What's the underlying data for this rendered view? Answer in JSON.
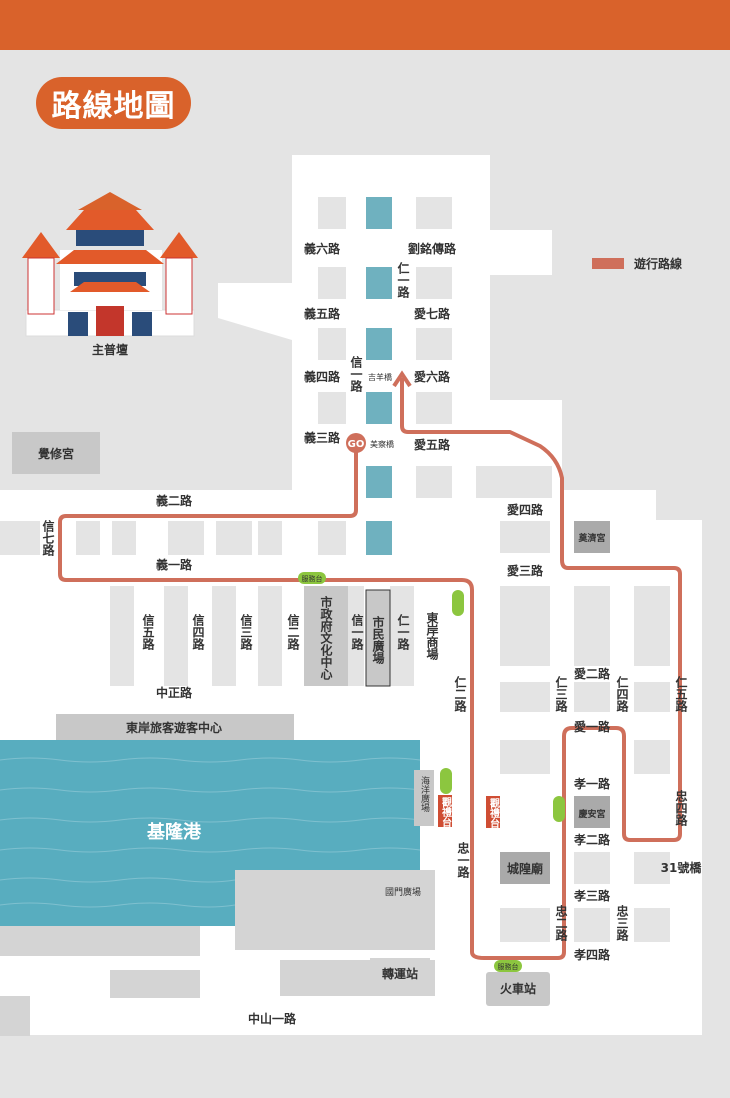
{
  "title": "路線地圖",
  "legend": {
    "label": "遊行路線",
    "color": "#cf6f5b"
  },
  "landmarks": {
    "main_altar": "主普壇",
    "jiaoxiu_temple": "覺修宮",
    "harbor": "基隆港",
    "east_terminal": "東岸旅客遊客中心",
    "civic_center": "市政府文化中心",
    "citizen_square": "市民廣場",
    "east_mall": "東岸商場",
    "ocean_plaza": "海洋廣場",
    "guolou_stage": "觀禮台",
    "guolou_stage2": "觀禮台",
    "chenghuang_temple": "城隍廟",
    "qingan_temple": "慶安宮",
    "dianji_temple": "奠濟宮",
    "train_station": "火車站",
    "transfer_station": "轉運站",
    "guomen_plaza": "國門廣場",
    "jiyang_bridge": "吉羊橋",
    "meicha_bridge": "美察橋",
    "bridge31": "31號橋",
    "service_desk": "服務台",
    "go": "GO"
  },
  "roads": {
    "yi6": "義六路",
    "yi5": "義五路",
    "yi4": "義四路",
    "yi3": "義三路",
    "yi2": "義二路",
    "yi1": "義一路",
    "liuming": "劉銘傳路",
    "ai7": "愛七路",
    "ai6": "愛六路",
    "ai5": "愛五路",
    "ai4": "愛四路",
    "ai3": "愛三路",
    "ai2": "愛二路",
    "ai1": "愛一路",
    "ren1a": "仁一路",
    "ren1b": "仁一路",
    "ren2": "仁二路",
    "ren3": "仁三路",
    "ren4": "仁四路",
    "ren5": "仁五路",
    "xin1a": "信一路",
    "xin1b": "信一路",
    "xin2": "信二路",
    "xin3": "信三路",
    "xin4": "信四路",
    "xin5": "信五路",
    "xin7": "信七路",
    "zhongzheng": "中正路",
    "zhongshan1": "中山一路",
    "zhong1": "忠一路",
    "zhong2": "忠二路",
    "zhong3": "忠三路",
    "zhong4": "忠四路",
    "xiao1": "孝一路",
    "xiao2": "孝二路",
    "xiao3": "孝三路",
    "xiao4": "孝四路"
  }
}
